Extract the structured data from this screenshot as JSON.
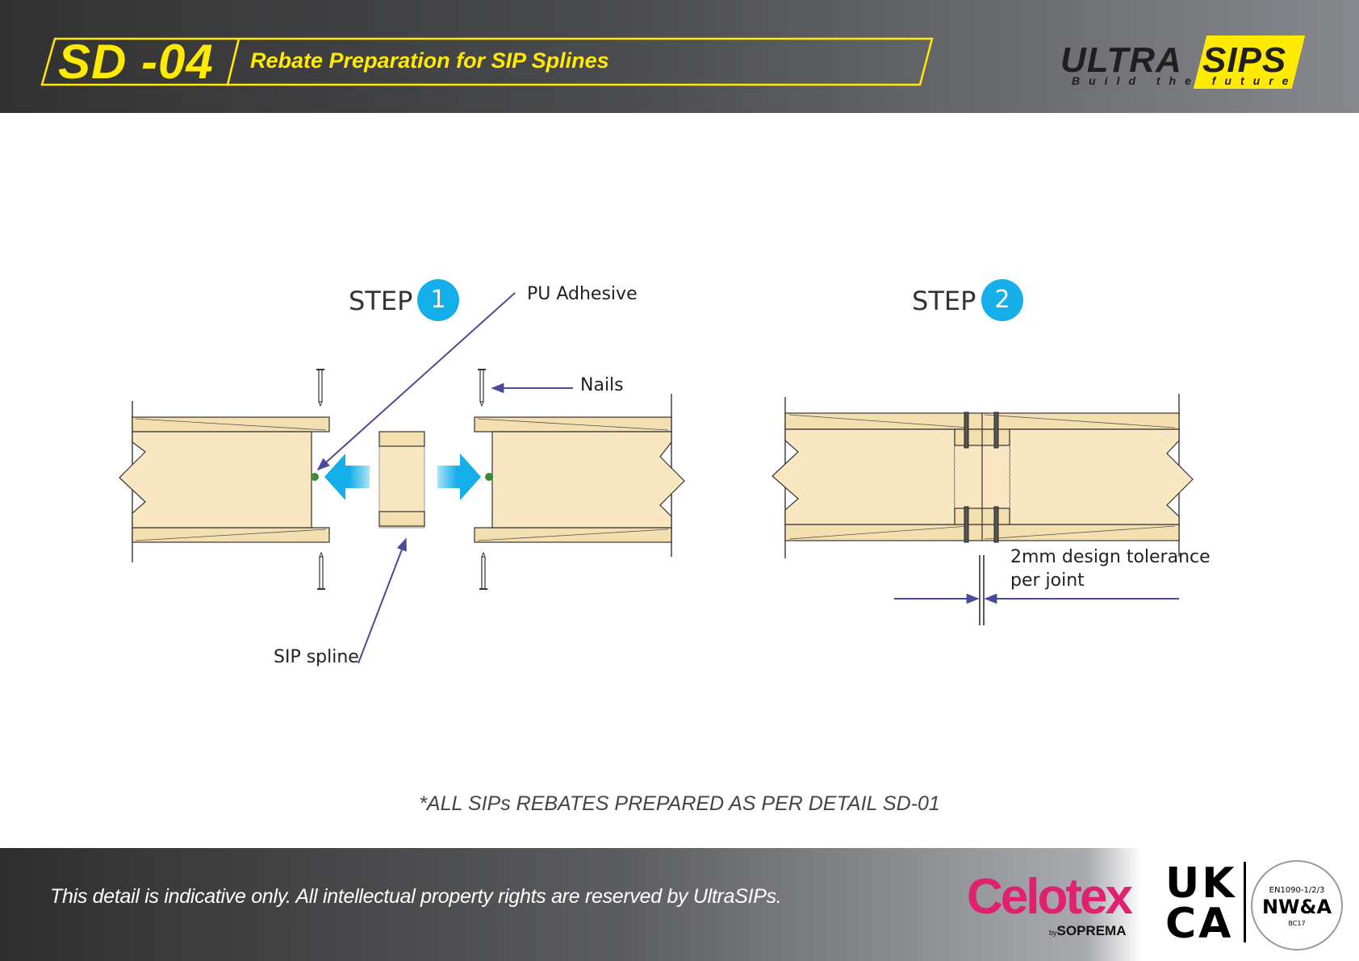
{
  "header": {
    "detail_code": "SD -04",
    "title": "Rebate Preparation for SIP Splines",
    "logo": {
      "word1": "ULTRA",
      "word2": "SIPS",
      "tagline": "Build the future"
    }
  },
  "steps": [
    {
      "label": "STEP",
      "number": "1"
    },
    {
      "label": "STEP",
      "number": "2"
    }
  ],
  "callouts": {
    "pu_adhesive": "PU Adhesive",
    "nails": "Nails",
    "sip_spline": "SIP spline",
    "tolerance_line1": "2mm design tolerance",
    "tolerance_line2": "per joint"
  },
  "note": "*ALL SIPs REBATES PREPARED AS PER DETAIL SD-01",
  "footer": {
    "disclaimer": "This detail is indicative only. All intellectual property rights are reserved by UltraSIPs.",
    "celotex": "Celotex",
    "celotex_by": "by",
    "soprema": "SOPREMA",
    "ukca_line1": "UK",
    "ukca_line2": "CA",
    "nwa_top": "EN1090-1/2/3",
    "nwa_main": "NW&A",
    "nwa_bottom": "BC17"
  },
  "colors": {
    "accent_yellow": "#ffea00",
    "osb_board": "#f4dfb0",
    "insulation_core": "#f8e7c0",
    "arrow_blue": "#14aee9",
    "leader_line": "#4a4a9a",
    "adhesive_green": "#3b8a3b",
    "celotex_pink": "#e1206f"
  },
  "icons": [
    "step-badge-icon",
    "push-arrow-icon",
    "nail-icon",
    "adhesive-dot-icon"
  ]
}
